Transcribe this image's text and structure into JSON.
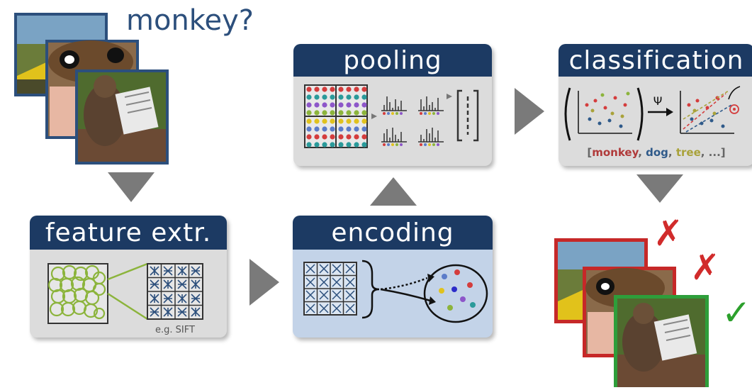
{
  "query": "monkey?",
  "stages": {
    "feature": {
      "title": "feature extr.",
      "note": "e.g. SIFT"
    },
    "encoding": {
      "title": "encoding"
    },
    "pooling": {
      "title": "pooling"
    },
    "classification": {
      "title": "classification",
      "psi": "Ψ",
      "classes_open": "[",
      "classes": [
        {
          "label": "monkey",
          "color": "#b03a3a"
        },
        {
          "label": "dog",
          "color": "#2f5a8a"
        },
        {
          "label": "tree",
          "color": "#a9a23a"
        }
      ],
      "classes_tail": "...]"
    }
  },
  "results": [
    {
      "mark": "✗",
      "status": "wrong",
      "color": "#d12b2b"
    },
    {
      "mark": "✗",
      "status": "wrong",
      "color": "#d12b2b"
    },
    {
      "mark": "✓",
      "status": "correct",
      "color": "#2ca02c"
    }
  ],
  "colors": {
    "header": "#1c3a63",
    "card_gray": "#dcdcdc",
    "card_blue": "#c3d3e8",
    "arrow": "#7a7a7a",
    "wrong_frame": "#c62828",
    "right_frame": "#2e9e3a",
    "input_frame": "#2c4f7c"
  }
}
